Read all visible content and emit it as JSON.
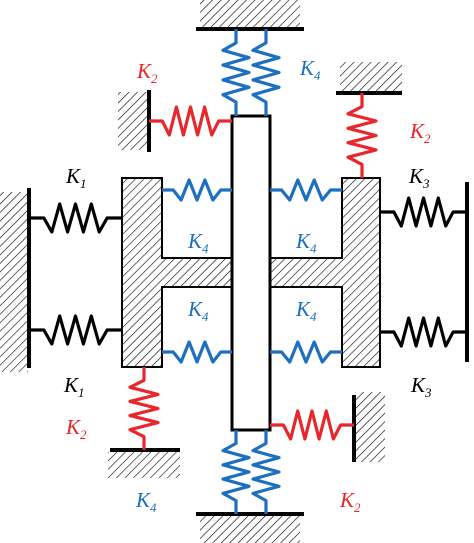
{
  "colors": {
    "black": "#000000",
    "red": "#e8262b",
    "blue": "#1f6fc0",
    "hatch": "#000000"
  },
  "labels": {
    "k1_top": {
      "base": "K",
      "sub": "1",
      "color": "black"
    },
    "k1_bottom": {
      "base": "K",
      "sub": "1",
      "color": "black"
    },
    "k2_top_left": {
      "base": "K",
      "sub": "2",
      "color": "red"
    },
    "k2_top_right": {
      "base": "K",
      "sub": "2",
      "color": "red"
    },
    "k2_bottom_left": {
      "base": "K",
      "sub": "2",
      "color": "red"
    },
    "k2_bottom_right": {
      "base": "K",
      "sub": "2",
      "color": "red"
    },
    "k3_top": {
      "base": "K",
      "sub": "3",
      "color": "black"
    },
    "k3_bottom": {
      "base": "K",
      "sub": "3",
      "color": "black"
    },
    "k4_top": {
      "base": "K",
      "sub": "4",
      "color": "blue"
    },
    "k4_bottom": {
      "base": "K",
      "sub": "4",
      "color": "blue"
    },
    "k4_upper_left": {
      "base": "K",
      "sub": "4",
      "color": "blue"
    },
    "k4_upper_right": {
      "base": "K",
      "sub": "4",
      "color": "blue"
    },
    "k4_lower_left": {
      "base": "K",
      "sub": "4",
      "color": "blue"
    },
    "k4_lower_right": {
      "base": "K",
      "sub": "4",
      "color": "blue"
    }
  }
}
